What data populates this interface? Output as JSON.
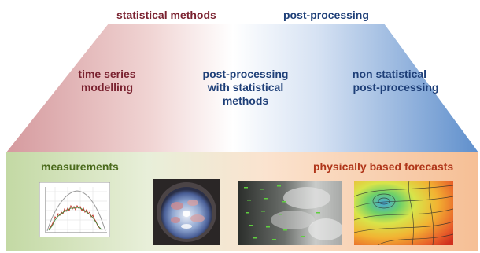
{
  "top_labels": {
    "statistical_methods": "statistical methods",
    "post_processing": "post-processing"
  },
  "trapezoid_labels": {
    "time_series": [
      "time series",
      "modelling"
    ],
    "stat_post": [
      "post-processing",
      "with statistical",
      "methods"
    ],
    "non_stat": [
      "non statistical",
      "post-processing"
    ]
  },
  "base_labels": {
    "measurements": "measurements",
    "physical_forecasts": "physically based forecasts"
  },
  "thumbnails": [
    "measurement-chart",
    "sky-camera-image",
    "satellite-image",
    "weather-map"
  ],
  "colors": {
    "statistical": "#d9a0a4",
    "post_processing": "#6a95cf",
    "measurements_band": "#c6dca8",
    "forecast_band": "#f6c39c"
  }
}
